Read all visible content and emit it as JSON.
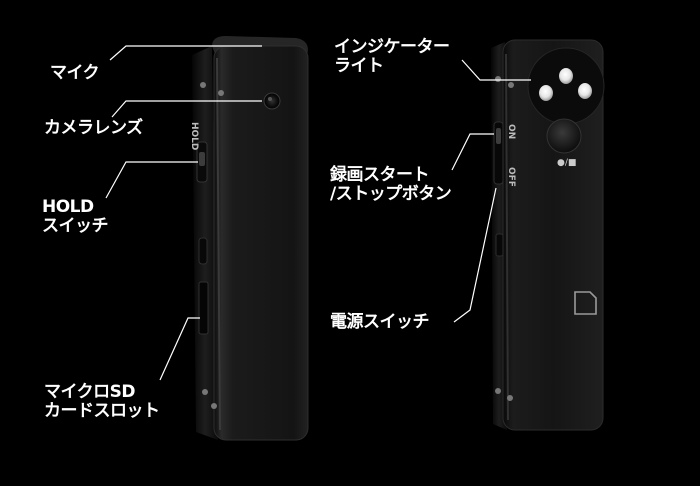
{
  "labels": {
    "mic": "マイク",
    "camera_lens": "カメラレンズ",
    "hold_switch": "HOLD\nスイッチ",
    "microsd_slot": "マイクロSD\nカードスロット",
    "indicator_light": "インジケーター\nライト",
    "record_button": "録画スタート\n/ストップボタン",
    "power_switch": "電源スイッチ"
  },
  "device_markings": {
    "hold": "HOLD",
    "on": "ON",
    "off": "OFF",
    "record_symbol": "●/■"
  },
  "colors": {
    "background": "#000000",
    "device_body": "#1a1a1a",
    "label_text": "#ffffff",
    "leader_line": "#ffffff"
  },
  "icons": {
    "sd_card": "sd-card-icon"
  }
}
